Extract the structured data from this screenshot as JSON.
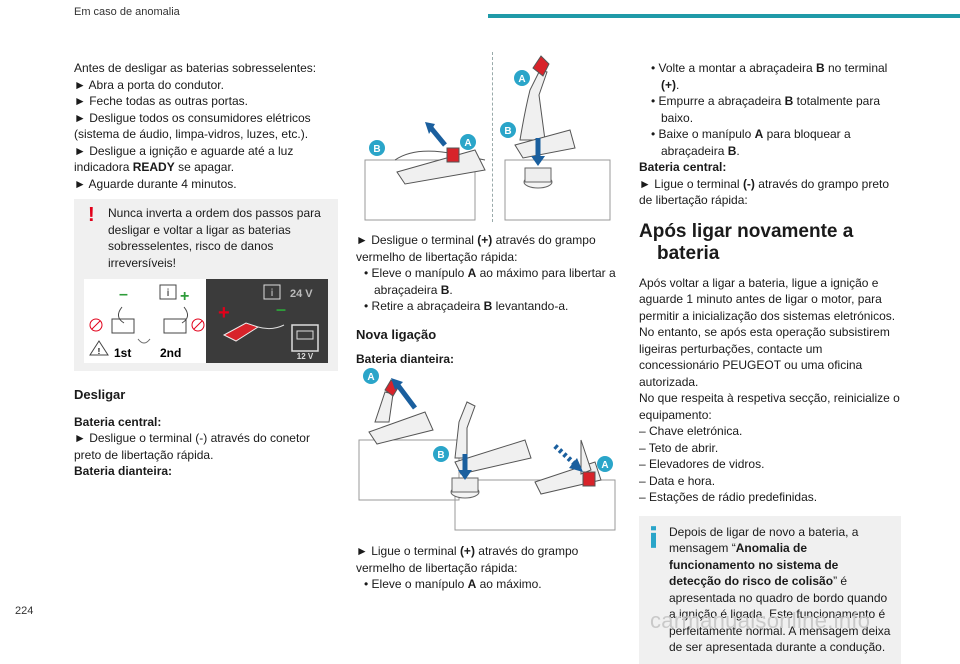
{
  "header": {
    "section": "Em caso de anomalia"
  },
  "page_number": "224",
  "watermark": "carmanualsonline.info",
  "col1": {
    "intro": "Antes de desligar as baterias sobresselentes:",
    "steps": [
      "► Abra a porta do condutor.",
      "► Feche todas as outras portas.",
      "► Desligue todos os consumidores elétricos (sistema de áudio, limpa-vidros, luzes, etc.)."
    ],
    "step4_pre": "► Desligue a ignição e aguarde até a luz indicadora ",
    "step4_bold": "READY",
    "step4_post": " se apagar.",
    "step5": "► Aguarde durante 4 minutos.",
    "warning": "Nunca inverta a ordem dos passos para desligar e voltar a ligar as baterias sobresselentes, risco de danos irreversíveis!",
    "diagram_labels": {
      "first": "1st",
      "second": "2nd",
      "v24": "24 V",
      "v12": "12 V",
      "minus": "–",
      "plus": "+",
      "info": "i"
    },
    "disconnect_title": "Desligar",
    "central_label": "Bateria central:",
    "central_text": "► Desligue o terminal (-) através do conetor preto de libertação rápida.",
    "front_label": "Bateria dianteira:"
  },
  "col2": {
    "fig_labels": {
      "a": "A",
      "b": "B"
    },
    "disconnect_text_pre": "► Desligue o terminal ",
    "disconnect_text_bold": "(+)",
    "disconnect_text_post": " através do grampo vermelho de libertação rápida:",
    "bullet1_pre": "• Eleve o manípulo ",
    "bullet1_bold": "A",
    "bullet1_mid": " ao máximo para libertar a abraçadeira ",
    "bullet1_bold2": "B",
    "bullet1_post": ".",
    "bullet2_pre": "• Retire a abraçadeira ",
    "bullet2_bold": "B",
    "bullet2_post": " levantando-a.",
    "reconnect_title": "Nova ligação",
    "front_label": "Bateria dianteira:",
    "connect_text_pre": "► Ligue o terminal ",
    "connect_text_bold": "(+)",
    "connect_text_post": " através do grampo vermelho de libertação rápida:",
    "bullet3_pre": "• Eleve o manípulo ",
    "bullet3_bold": "A",
    "bullet3_post": " ao máximo."
  },
  "col3": {
    "b1_pre": "• Volte a montar a abraçadeira ",
    "b1_bold": "B",
    "b1_mid": " no terminal ",
    "b1_bold2": "(+)",
    "b1_post": ".",
    "b2_pre": "• Empurre a abraçadeira ",
    "b2_bold": "B",
    "b2_post": " totalmente para baixo.",
    "b3_pre": "• Baixe o manípulo ",
    "b3_bold": "A",
    "b3_post": " para bloquear a abraçadeira ",
    "b3_bold2": "B",
    "b3_end": ".",
    "central_label": "Bateria central:",
    "central_pre": "► Ligue o terminal ",
    "central_bold": "(-)",
    "central_post": " através do grampo preto de libertação rápida:",
    "section_title": "Após ligar novamente a bateria",
    "para1": "Após voltar a ligar a bateria, ligue a ignição e aguarde 1 minuto antes de ligar o motor, para permitir a inicialização dos sistemas eletrónicos.",
    "para2": "No entanto, se após esta operação subsistirem ligeiras perturbações, contacte um concessionário PEUGEOT ou uma oficina autorizada.",
    "para3": "No que respeita à respetiva secção, reinicialize o equipamento:",
    "list": [
      "– Chave eletrónica.",
      "– Teto de abrir.",
      "– Elevadores de vidros.",
      "– Data e hora.",
      "– Estações de rádio predefinidas."
    ],
    "info_pre": "Depois de ligar de novo a bateria, a mensagem “",
    "info_bold": "Anomalia de funcionamento no sistema de detecção do risco de colisão",
    "info_post": "” é apresentada no quadro de bordo quando a ignição é ligada. Este funcionamento é perfeitamente normal. A mensagem deixa de ser apresentada durante a condução."
  },
  "colors": {
    "accent": "#1f9aa8",
    "warning": "#e2001a",
    "info": "#2aa5c9",
    "clamp_red": "#d8232a",
    "diagram_bg": "#3b3b3b"
  }
}
